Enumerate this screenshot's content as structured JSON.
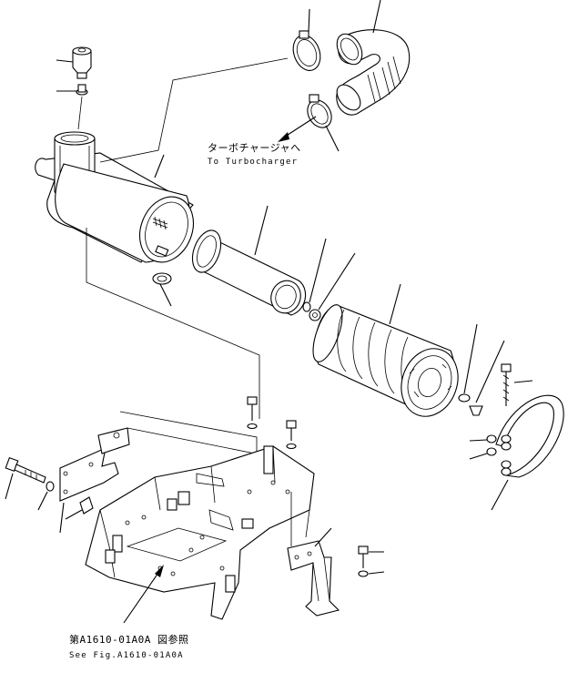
{
  "annotations": {
    "turbo_jp": "ターボチャージャへ",
    "turbo_en": "To Turbocharger",
    "see_fig_jp": "第A1610-01A0A 図参照",
    "see_fig_en": "See Fig.A1610-01A0A"
  }
}
